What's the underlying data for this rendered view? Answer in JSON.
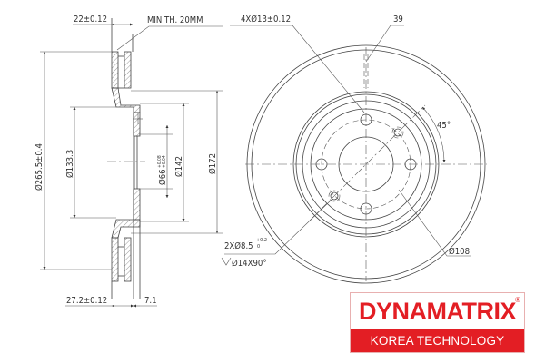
{
  "side_view": {
    "thickness": "22±0.12",
    "min_thickness": "MIN TH. 20MM",
    "outer_diameter": "Ø265.5±0.4",
    "hat_inner_diameter": "Ø133.3",
    "center_bore": "Ø66",
    "center_bore_tol_upper": "+0.08",
    "center_bore_tol_lower": "+0.04",
    "hat_outer_diameter": "Ø142",
    "friction_inner_diameter": "Ø172",
    "total_height": "27.2±0.12",
    "hat_offset": "7.1"
  },
  "front_view": {
    "bolt_holes": "4XØ13±0.12",
    "slot_ref": "39",
    "angle": "45°",
    "pcd": "Ø108",
    "screw_holes": "2XØ8.5",
    "screw_holes_tol_upper": "+0.2",
    "screw_holes_tol_lower": "0",
    "countersink": "Ø14X90°"
  },
  "logo": {
    "brand": "DYNAMATRIX",
    "registered": "®",
    "tagline": "KOREA TECHNOLOGY",
    "brand_color": "#e31e24"
  }
}
